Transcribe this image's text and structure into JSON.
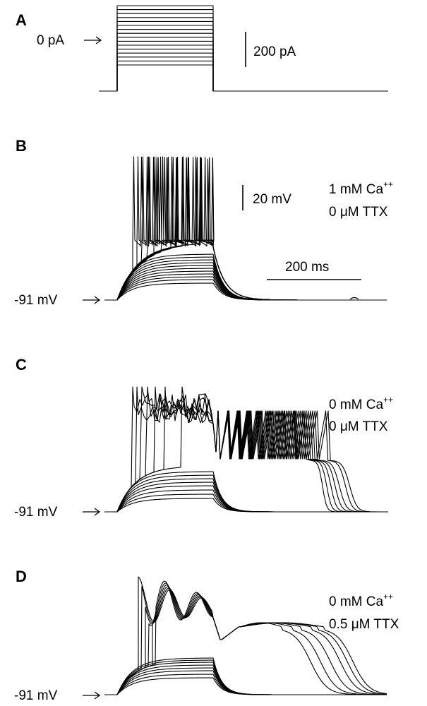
{
  "panels": {
    "A": {
      "letter": "A",
      "level_label": "0 pA",
      "scale_label": "200 pA",
      "current_steps": 16
    },
    "B": {
      "letter": "B",
      "scale_v_label": "20 mV",
      "scale_t_label": "200 ms",
      "cond_ca": "1 mM Ca",
      "cond_ca_sup": "++",
      "cond_ttx": "0 μM TTX",
      "rest_label": "-91 mV"
    },
    "C": {
      "letter": "C",
      "cond_ca": "0 mM Ca",
      "cond_ca_sup": "++",
      "cond_ttx": "0 μM TTX",
      "rest_label": "-91 mV"
    },
    "D": {
      "letter": "D",
      "cond_ca": "0 mM Ca",
      "cond_ca_sup": "++",
      "cond_ttx": "0.5 μM TTX",
      "rest_label": "-91 mV"
    }
  },
  "colors": {
    "trace": "#000000",
    "background": "#ffffff"
  },
  "icons": {
    "level_arrow": "right-arrow-icon"
  }
}
